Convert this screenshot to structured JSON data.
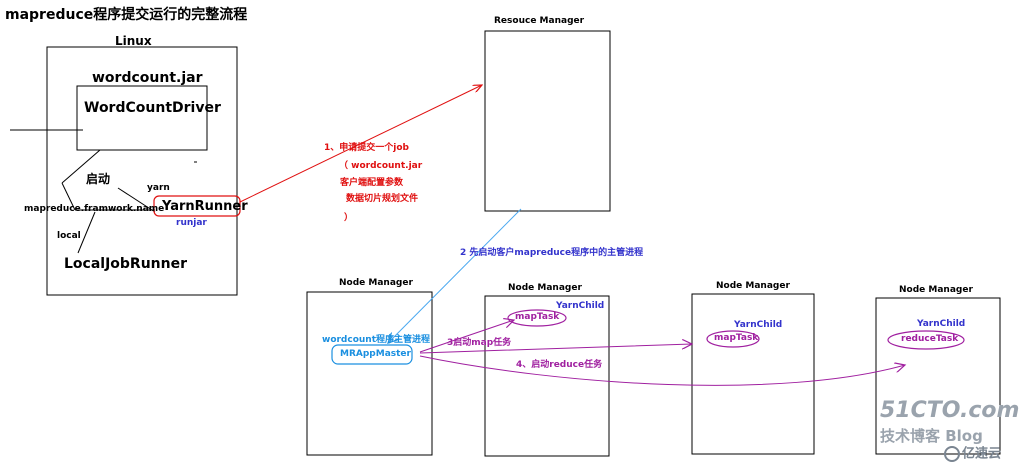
{
  "title": "mapreduce程序提交运行的完整流程",
  "linux": {
    "label": "Linux",
    "jar": "wordcount.jar",
    "driver": "WordCountDriver",
    "start": "启动",
    "yarn": "yarn",
    "framework_name": "mapreduce.framwork.name",
    "yarn_runner": "YarnRunner",
    "runjar": "runjar",
    "local": "local",
    "local_runner": "LocalJobRunner"
  },
  "resource_manager": {
    "label": "Resouce Manager"
  },
  "step1": {
    "line1": "1、申请提交一个job",
    "line2": "（ wordcount.jar",
    "line3": "客户端配置参数",
    "line4": "数据切片规划文件",
    "line5": "）"
  },
  "step2": "2 先启动客户mapreduce程序中的主管进程",
  "node_managers": [
    {
      "label": "Node Manager",
      "line1": "wordcount程序主管进程",
      "app_master": "MRAppMaster"
    },
    {
      "label": "Node Manager",
      "child": "YarnChild",
      "task": "mapTask"
    },
    {
      "label": "Node Manager",
      "child": "YarnChild",
      "task": "mapTask"
    },
    {
      "label": "Node Manager",
      "child": "YarnChild",
      "task": "reduceTask"
    }
  ],
  "step3": "3启动map任务",
  "step4": "4、启动reduce任务",
  "watermark": {
    "site": "51CTO.com",
    "blog": "技术博客 Blog",
    "brand": "亿速云"
  },
  "colors": {
    "red": "#e01010",
    "blue": "#3333cc",
    "cyan": "#1a8fe0",
    "purple": "#a020a0"
  }
}
